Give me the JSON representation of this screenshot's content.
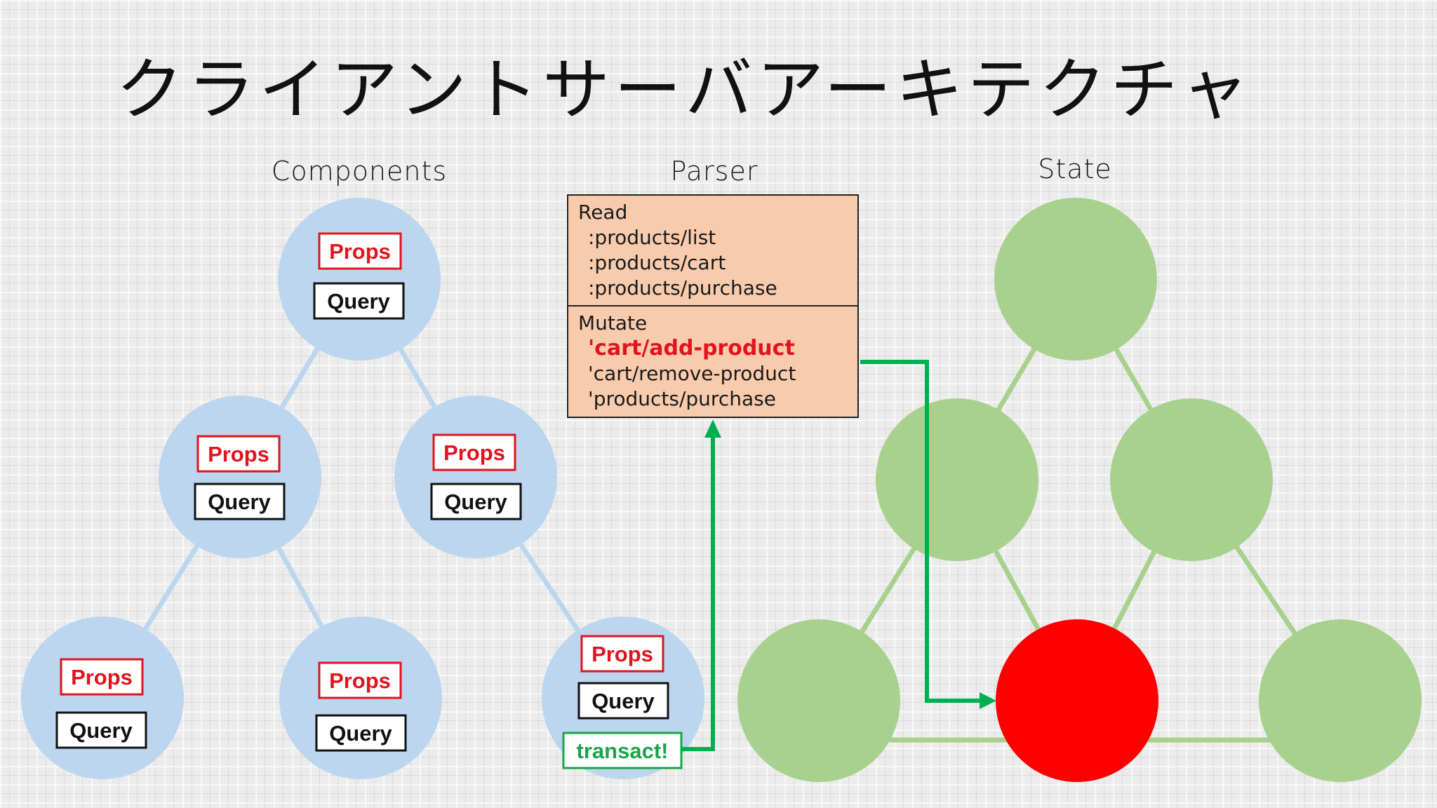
{
  "title": "クライアントサーバアーキテクチャ",
  "headings": {
    "components": "Components",
    "parser": "Parser",
    "state": "State"
  },
  "labels": {
    "props": "Props",
    "query": "Query",
    "transact": "transact!"
  },
  "parser": {
    "read": {
      "label": "Read",
      "items": [
        ":products/list",
        ":products/cart",
        ":products/purchase"
      ]
    },
    "mutate": {
      "label": "Mutate",
      "items": [
        "'cart/add-product",
        "'cart/remove-product",
        "'products/purchase"
      ],
      "highlighted_index": 0
    }
  },
  "colors": {
    "component_node": "#bcd6ef",
    "component_edge": "#bcd6ef",
    "state_node": "#a9d18e",
    "state_edge": "#a9d18e",
    "state_active": "#ff0000",
    "props_text": "#e0141c",
    "arrow": "#00b050",
    "parser_fill": "#f8cbad"
  }
}
